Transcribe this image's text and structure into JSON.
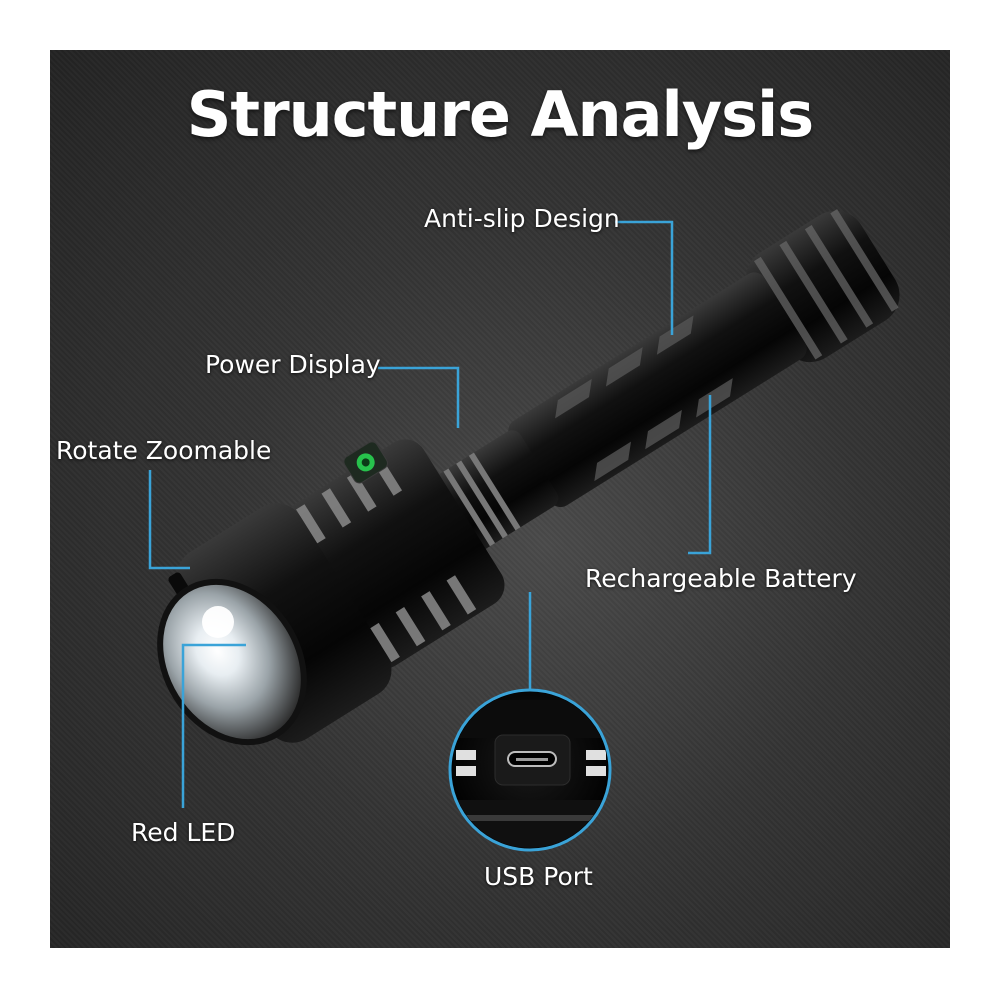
{
  "title": "Structure Analysis",
  "labels": {
    "anti_slip": "Anti-slip Design",
    "power_display": "Power Display",
    "rotate_zoomable": "Rotate Zoomable",
    "rechargeable_battery": "Rechargeable Battery",
    "red_led": "Red LED",
    "usb_port": "USB Port"
  },
  "colors": {
    "background": "#333333",
    "callout_line": "#3aa3d8",
    "power_indicator": "#27c24c",
    "text": "#ffffff"
  }
}
